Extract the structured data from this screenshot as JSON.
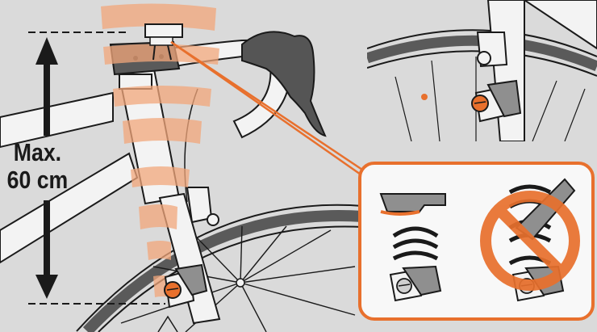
{
  "measurement": {
    "line1": "Max.",
    "line2": "60 cm"
  },
  "colors": {
    "background": "#dadada",
    "accent": "#e8702d",
    "accent_light": "#f2a77b",
    "frame_fill": "#f3f3f3",
    "outline": "#1a1a1a",
    "tire": "#5a5a5a",
    "sensor_gray": "#8f8f8f"
  },
  "callout": {
    "allowed_icon": "checkmark-free-correct-orientation",
    "prohibited_icon": "prohibited-sign-icon"
  }
}
